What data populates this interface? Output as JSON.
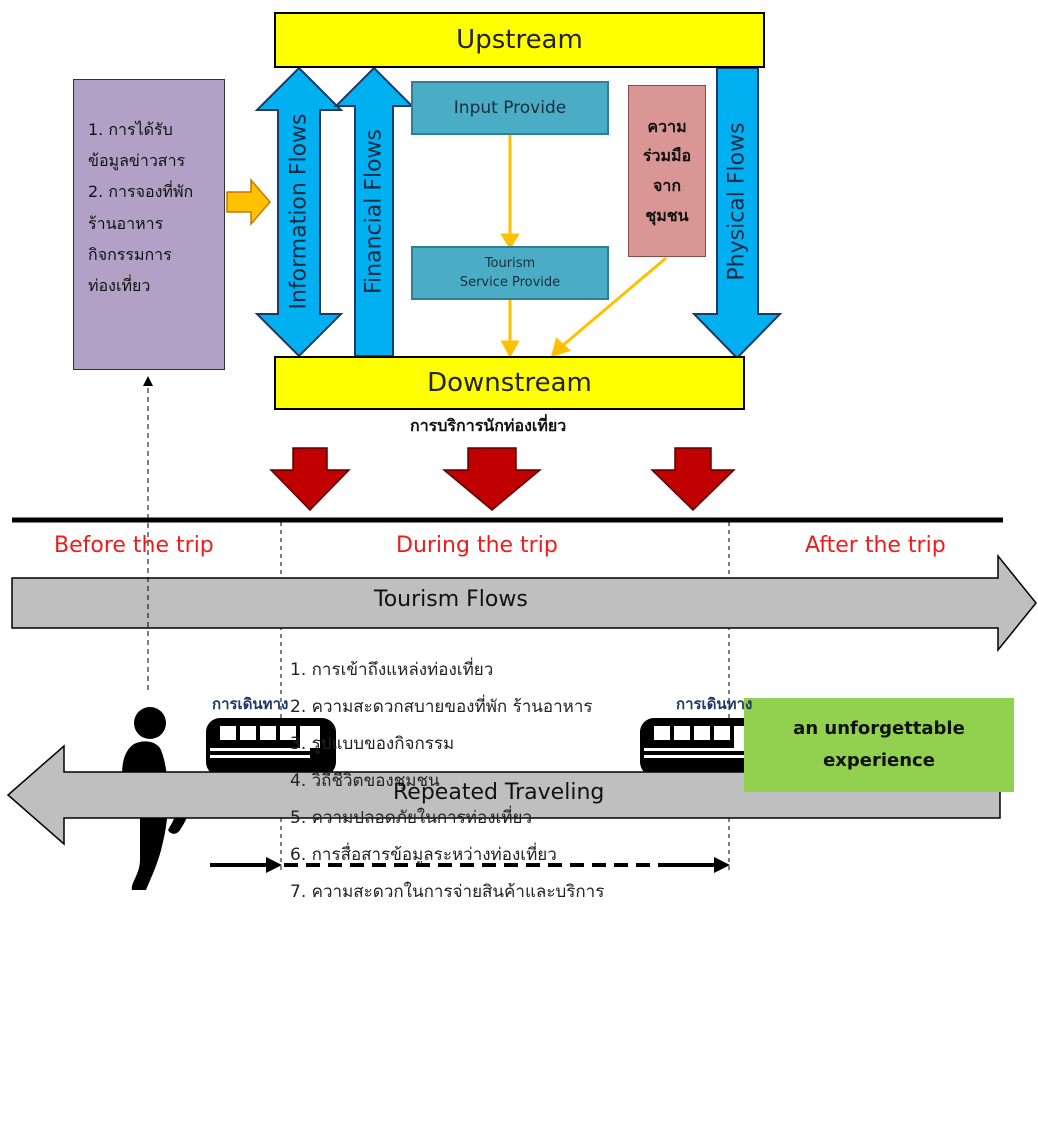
{
  "supply_chain": {
    "upstream": "Upstream",
    "downstream": "Downstream",
    "downstream_caption": "การบริการนักท่องเที่ยว",
    "input_provide": "Input Provide",
    "tourism_service_line1": "Tourism",
    "tourism_service_line2": "Service Provide",
    "community_cooperation": [
      "ความ",
      "ร่วมมือ",
      "จาก",
      "ชุมชน"
    ],
    "information_flows": "Information Flows",
    "financial_flows": "Financial Flows",
    "physical_flows": "Physical Flows"
  },
  "pre_trip_box": {
    "lines": [
      "1. การได้รับ",
      "ข้อมูลข่าวสาร",
      "2. การจองที่พัก",
      "ร้านอาหาร",
      "กิจกรรมการ",
      "ท่องเที่ยว"
    ]
  },
  "timeline": {
    "before": "Before the trip",
    "during": "During the trip",
    "after": "After the trip",
    "tourism_flows": "Tourism Flows",
    "repeated_traveling": "Repeated Traveling"
  },
  "during_items": [
    "1. การเข้าถึงแหล่งท่องเที่ยว",
    "2. ความสะดวกสบายของที่พัก ร้านอาหาร",
    "3. รูปแบบของกิจกรรม",
    "4. วิถีชีวิตของชุมชน",
    "5. ความปลอดภัยในการท่องเที่ยว",
    "6. การสื่อสารข้อมูลระหว่างท่องเที่ยว",
    "7. ความสะดวกในการจ่ายสินค้าและบริการ"
  ],
  "experience": {
    "line1": "an unforgettable",
    "line2": "experience"
  },
  "travel": {
    "label_left": "การเดินทาง",
    "label_right": "การเดินทาง"
  },
  "icons": [
    "walking-person-icon",
    "bus-icon",
    "bus-icon"
  ],
  "colors": {
    "yellow": "#ffff00",
    "blue_arrow": "#00b0f0",
    "teal": "#4bacc6",
    "pink": "#d99694",
    "purple": "#b2a1c7",
    "orange": "#ffc000",
    "dark_red": "#c00000",
    "red_text": "#ee1c1c",
    "gray_arrow": "#bfbfbf",
    "green": "#92d050"
  }
}
